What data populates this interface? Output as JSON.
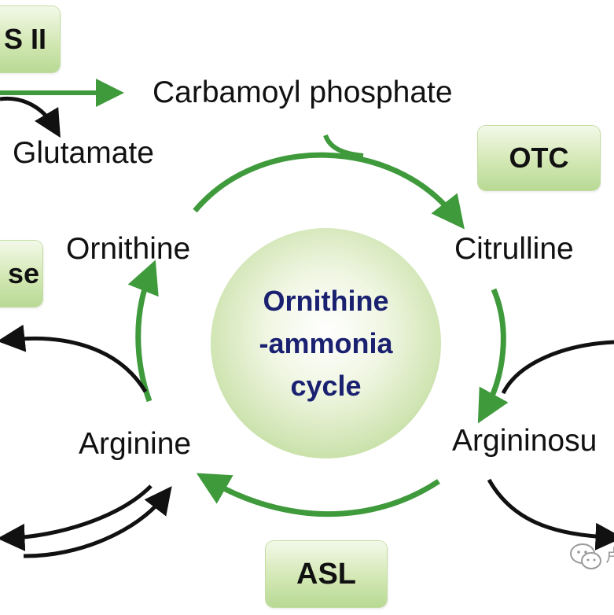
{
  "metabolites": {
    "carbamoyl_phosphate": "Carbamoyl phosphate",
    "glutamate": "Glutamate",
    "ornithine": "Ornithine",
    "citrulline": "Citrulline",
    "arginine": "Arginine",
    "argininosuccinate_partial": "Argininosu"
  },
  "enzymes": {
    "cps_partial": "S II",
    "otc": "OTC",
    "arginase_partial": "se",
    "asl": "ASL"
  },
  "center_title": {
    "line1": "Ornithine",
    "line2": "-ammonia",
    "line3": "cycle"
  },
  "colors": {
    "cycle_arrow": "#3f9a3c",
    "side_arrow": "#111111",
    "center_text": "#1a2170",
    "enzyme_box": "#cfe5b0"
  },
  "watermark": {
    "icon": "wechat-bubble-icon",
    "text": "卢"
  }
}
